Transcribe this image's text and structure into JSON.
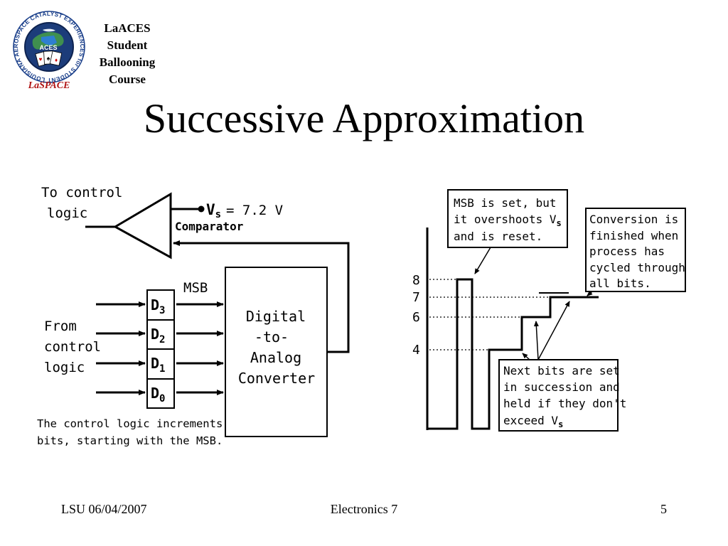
{
  "header": {
    "logo_text": "LOUISIANA AEROSPACE CATALYST EXPERIENCES for STUDENTS",
    "logo_brand": "LaSPACE",
    "logo_badge": "ACES",
    "course_lines": [
      "LaACES",
      "Student",
      "Ballooning",
      "Course"
    ]
  },
  "slide": {
    "title": "Successive Approximation"
  },
  "circuit": {
    "to_control": [
      "To control",
      "logic"
    ],
    "vs_label": "V",
    "vs_sub": "s",
    "vs_value": "= 7.2 V",
    "comparator": "Comparator",
    "msb": "MSB",
    "bits": [
      {
        "letter": "D",
        "sub": "3"
      },
      {
        "letter": "D",
        "sub": "2"
      },
      {
        "letter": "D",
        "sub": "1"
      },
      {
        "letter": "D",
        "sub": "0"
      }
    ],
    "from_control": [
      "From",
      "control",
      "logic"
    ],
    "dac": [
      "Digital",
      "-to-",
      "Analog",
      "Converter"
    ],
    "note": [
      "The control logic increments",
      "bits, starting with the MSB."
    ]
  },
  "timing": {
    "levels": [
      "8",
      "7",
      "6",
      "4"
    ],
    "callout_msb": [
      "MSB is set, but",
      "it overshoots V",
      "and is reset."
    ],
    "callout_msb_sub": "s",
    "callout_done": [
      "Conversion is",
      "finished when",
      "process has",
      "cycled through",
      "all bits."
    ],
    "callout_next": [
      "Next bits are set",
      "in succession and",
      "held if they don't",
      "exceed V"
    ],
    "callout_next_sub": "s"
  },
  "footer": {
    "left": "LSU 06/04/2007",
    "center": "Electronics 7",
    "right": "5"
  }
}
